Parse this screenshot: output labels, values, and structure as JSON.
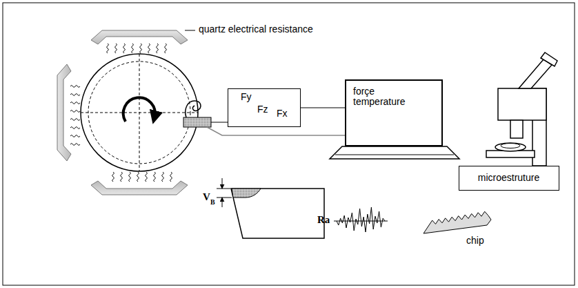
{
  "diagram": {
    "nodes": [
      {
        "text": [
          "Fy",
          "Fz",
          "Fx"
        ]
      },
      {
        "text": [
          "forçe temperature"
        ]
      },
      {
        "text": [
          "microestruture"
        ]
      }
    ],
    "edges": [
      {
        "from": 0,
        "to": 1,
        "arrow": "none"
      }
    ],
    "labels": [
      "quartz electrical resistance",
      "V",
      "B",
      "Ra",
      "chip"
    ]
  }
}
